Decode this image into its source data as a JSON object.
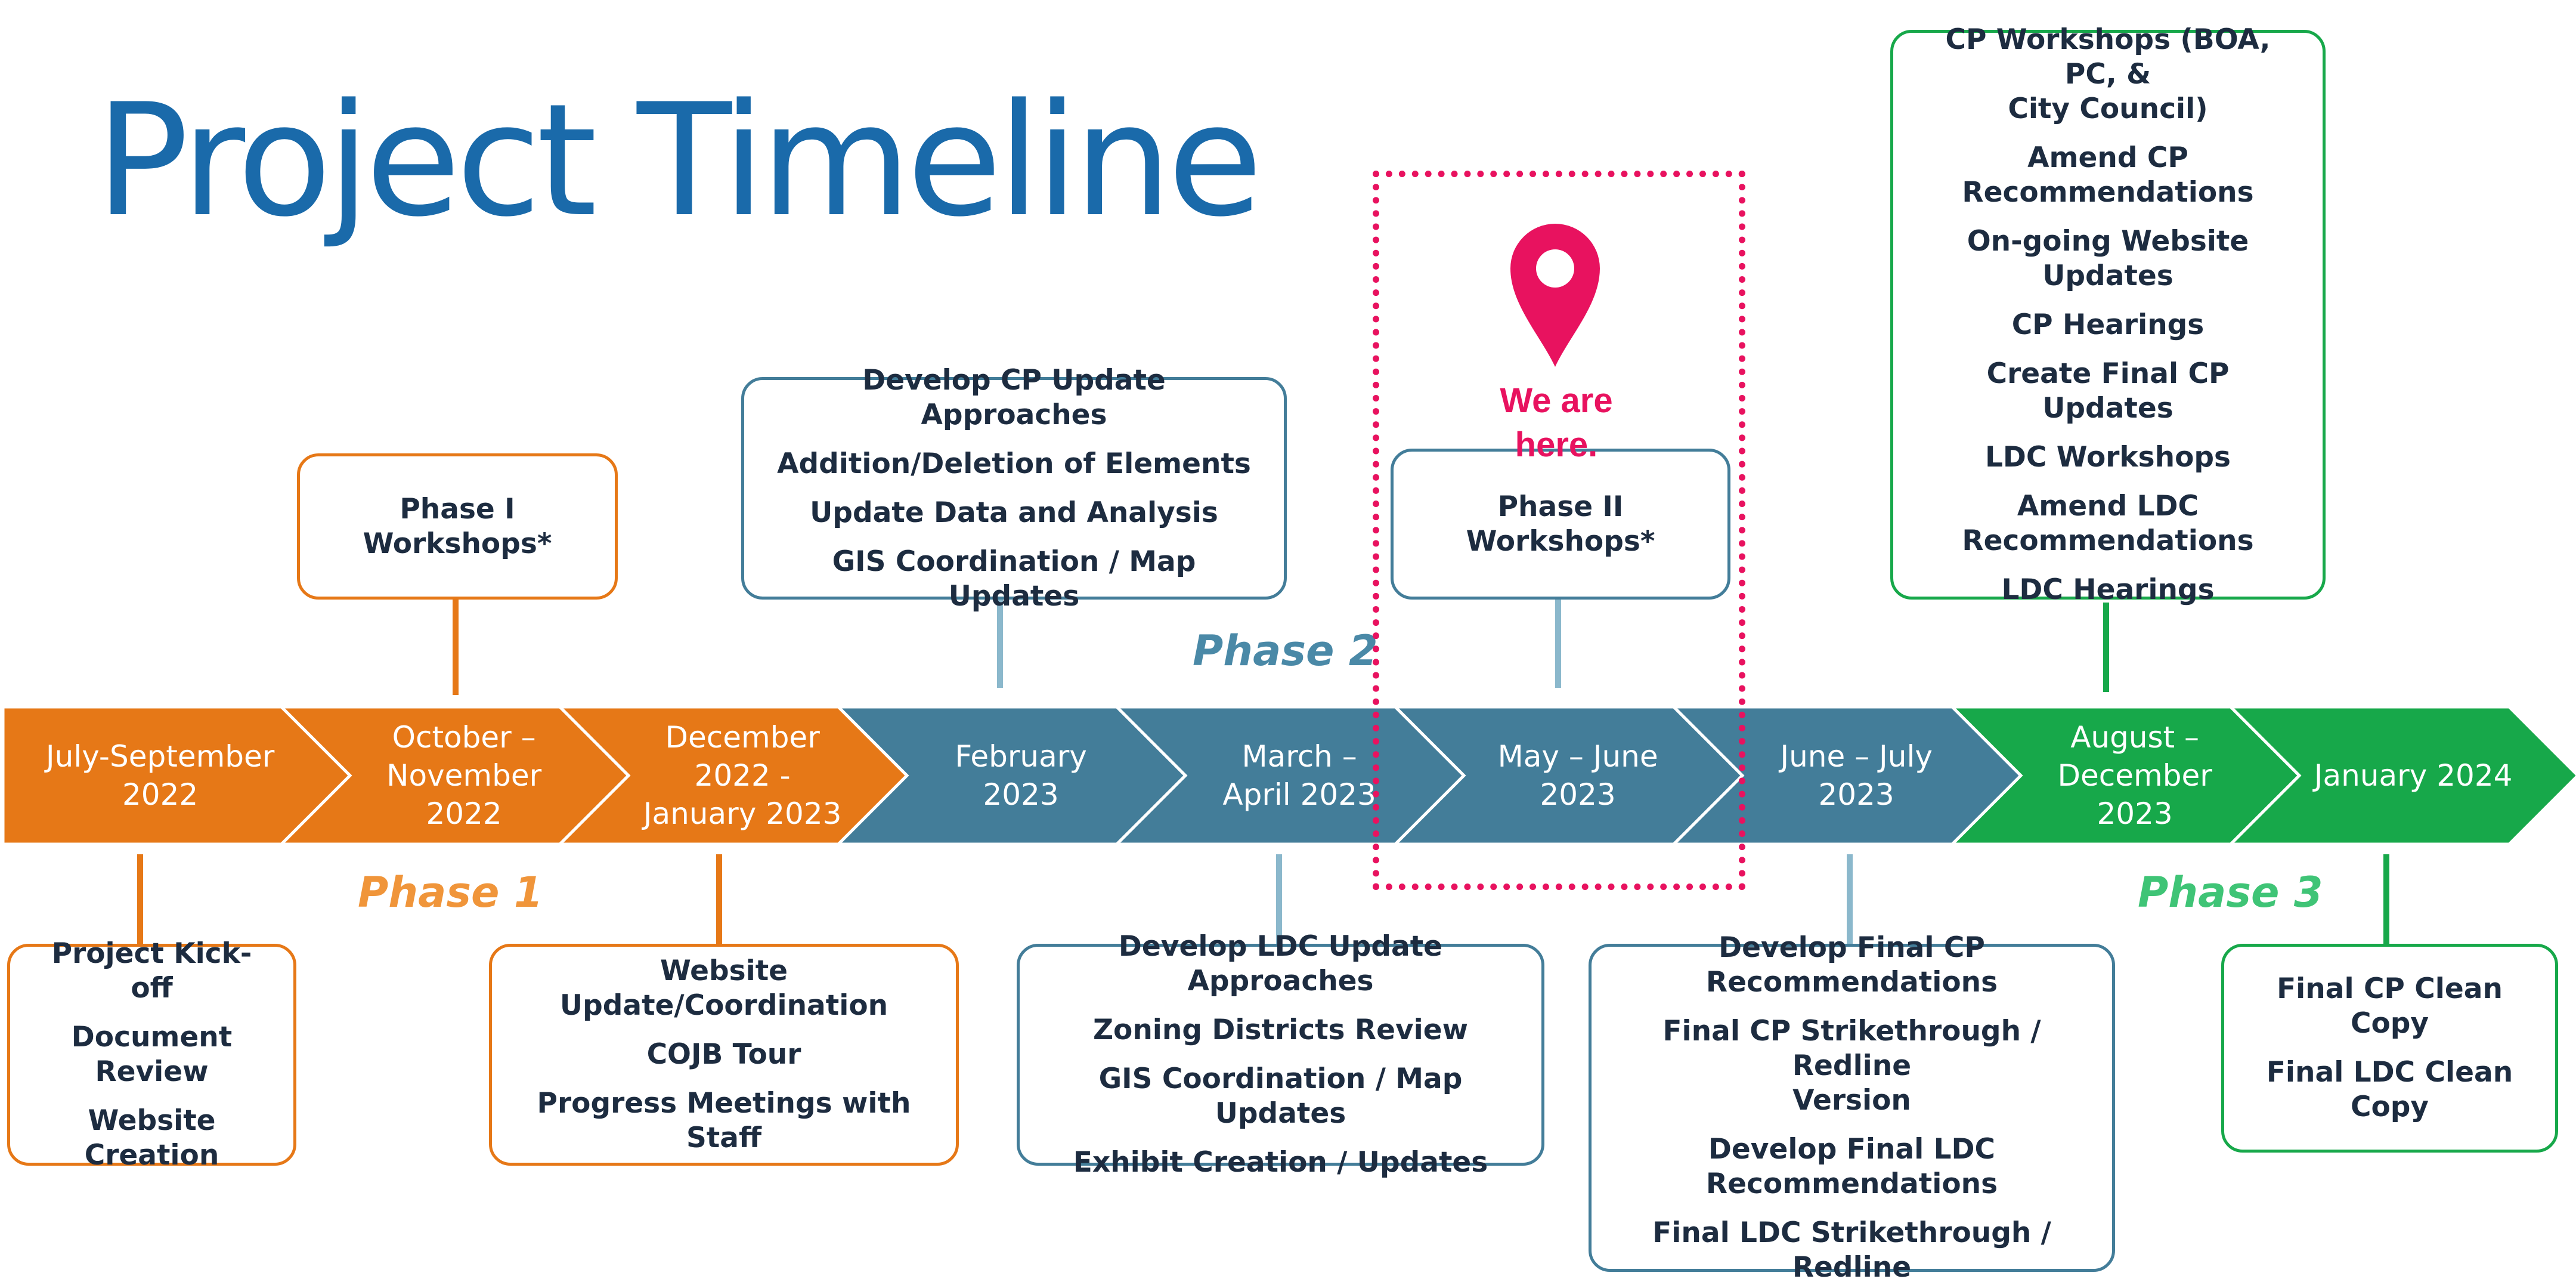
{
  "title": "Project Timeline",
  "colors": {
    "orange": "#e67817",
    "teal": "#437d99",
    "green": "#17a84a",
    "highlight": "#e8125f"
  },
  "phases": {
    "phase1": "Phase 1",
    "phase2": "Phase 2",
    "phase3": "Phase 3"
  },
  "timeline": [
    {
      "label": "July-September\n2022",
      "phase": "phase1"
    },
    {
      "label": "October –\nNovember\n2022",
      "phase": "phase1"
    },
    {
      "label": "December\n2022 -\nJanuary 2023",
      "phase": "phase1"
    },
    {
      "label": "February\n2023",
      "phase": "phase2"
    },
    {
      "label": "March –\nApril 2023",
      "phase": "phase2"
    },
    {
      "label": "May – June\n2023",
      "phase": "phase2"
    },
    {
      "label": "June – July\n2023",
      "phase": "phase2"
    },
    {
      "label": "August –\nDecember\n2023",
      "phase": "phase3"
    },
    {
      "label": "January 2024",
      "phase": "phase3"
    }
  ],
  "marker": {
    "icon": "map-pin-icon",
    "text": "We are\nhere."
  },
  "boxes": {
    "phase1_workshops": [
      "Phase I\nWorkshops*"
    ],
    "kickoff": [
      "Project Kick-off",
      "Document\nReview",
      "Website Creation"
    ],
    "website_update": [
      "Website Update/Coordination",
      "COJB Tour",
      "Progress Meetings with Staff"
    ],
    "cp_update": [
      "Develop CP Update Approaches",
      "Addition/Deletion of Elements",
      "Update Data and Analysis",
      "GIS Coordination / Map Updates"
    ],
    "ldc_update": [
      "Develop LDC Update Approaches",
      "Zoning Districts Review",
      "GIS Coordination / Map Updates",
      "Exhibit Creation / Updates"
    ],
    "phase2_workshops": [
      "Phase II Workshops*"
    ],
    "final_recs": [
      "Develop Final CP\nRecommendations",
      "Final CP Strikethrough / Redline\nVersion",
      "Develop Final LDC\nRecommendations",
      "Final LDC Strikethrough / Redline"
    ],
    "cp_workshops": [
      "CP Workshops (BOA, PC, &\nCity Council)",
      "Amend CP\nRecommendations",
      "On-going Website Updates",
      "CP Hearings",
      "Create Final CP Updates",
      "LDC Workshops",
      "Amend LDC\nRecommendations",
      "LDC Hearings"
    ],
    "clean_copy": [
      "Final CP Clean Copy",
      "Final LDC Clean Copy"
    ]
  }
}
